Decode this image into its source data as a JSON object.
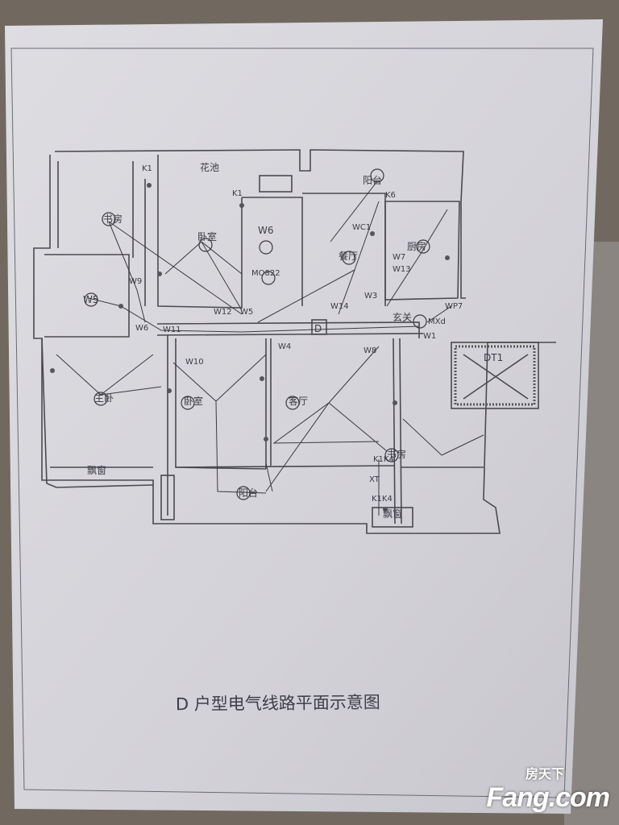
{
  "diagram": {
    "title": "D 户型电气线路平面示意图",
    "rooms": {
      "study_top": "书房",
      "planter": "花池",
      "bedroom_top": "卧室",
      "balcony_top": "阳台",
      "dining": "餐厅",
      "kitchen": "厨房",
      "foyer": "玄关",
      "master_bedroom": "主卧",
      "bedroom_mid": "卧室",
      "living": "客厅",
      "study_right": "书房",
      "bay_window_left": "飘窗",
      "bay_window_right": "飘窗",
      "balcony_bottom": "阳台",
      "elevator": "DT1",
      "unit_mark": "D"
    },
    "circuits": {
      "k1_a": "K1",
      "k1_b": "K1",
      "k6": "K6",
      "w6_top": "W6",
      "w9": "W9",
      "w5_bath": "W5",
      "w6_low": "W6",
      "w11": "W11",
      "w12": "W12",
      "w5": "W5",
      "mo822": "MO822",
      "wc1": "WC1",
      "w7": "W7",
      "w13": "W13",
      "w3": "W3",
      "w14": "W14",
      "mxd": "MXd",
      "wp7": "WP7",
      "w1": "W1",
      "w10": "W10",
      "w4": "W4",
      "w8": "W8",
      "k1k4_a": "K1K4",
      "k1k4_b": "K1K4",
      "xt": "XT"
    }
  },
  "watermark": {
    "cn": "房天下",
    "en": "Fang.com"
  }
}
